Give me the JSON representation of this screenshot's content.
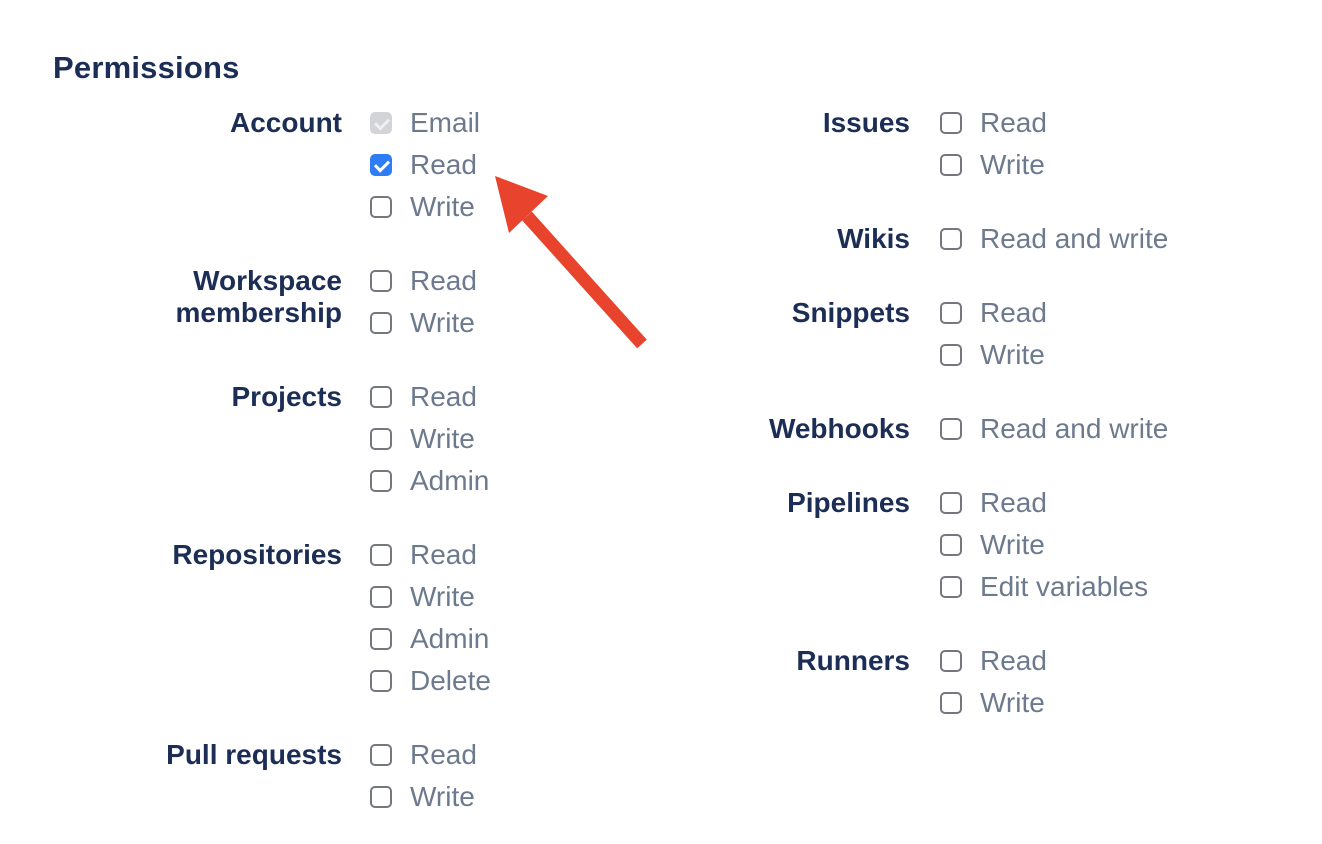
{
  "page": {
    "heading": "Permissions"
  },
  "colors": {
    "heading_navy": "#1C2E55",
    "option_label_gray": "#6D7A8D",
    "checkbox_border": "#74787E",
    "checkbox_checked_blue": "#2E7CF6",
    "checkbox_disabled_gray": "#D2D4D8",
    "arrow_red": "#E8432D"
  },
  "annotation": {
    "arrow_color": "#E8432D",
    "arrow_points_at": "account-read-checkbox"
  },
  "permissions": {
    "columns": [
      {
        "groups": [
          {
            "label": "Account",
            "options": [
              {
                "label": "Email",
                "state": "disabled-checked"
              },
              {
                "label": "Read",
                "state": "checked"
              },
              {
                "label": "Write",
                "state": "unchecked"
              }
            ]
          },
          {
            "label": "Workspace membership",
            "options": [
              {
                "label": "Read",
                "state": "unchecked"
              },
              {
                "label": "Write",
                "state": "unchecked"
              }
            ]
          },
          {
            "label": "Projects",
            "options": [
              {
                "label": "Read",
                "state": "unchecked"
              },
              {
                "label": "Write",
                "state": "unchecked"
              },
              {
                "label": "Admin",
                "state": "unchecked"
              }
            ]
          },
          {
            "label": "Repositories",
            "options": [
              {
                "label": "Read",
                "state": "unchecked"
              },
              {
                "label": "Write",
                "state": "unchecked"
              },
              {
                "label": "Admin",
                "state": "unchecked"
              },
              {
                "label": "Delete",
                "state": "unchecked"
              }
            ]
          },
          {
            "label": "Pull requests",
            "options": [
              {
                "label": "Read",
                "state": "unchecked"
              },
              {
                "label": "Write",
                "state": "unchecked"
              }
            ]
          }
        ]
      },
      {
        "groups": [
          {
            "label": "Issues",
            "options": [
              {
                "label": "Read",
                "state": "unchecked"
              },
              {
                "label": "Write",
                "state": "unchecked"
              }
            ]
          },
          {
            "label": "Wikis",
            "options": [
              {
                "label": "Read and write",
                "state": "unchecked"
              }
            ]
          },
          {
            "label": "Snippets",
            "options": [
              {
                "label": "Read",
                "state": "unchecked"
              },
              {
                "label": "Write",
                "state": "unchecked"
              }
            ]
          },
          {
            "label": "Webhooks",
            "options": [
              {
                "label": "Read and write",
                "state": "unchecked"
              }
            ]
          },
          {
            "label": "Pipelines",
            "options": [
              {
                "label": "Read",
                "state": "unchecked"
              },
              {
                "label": "Write",
                "state": "unchecked"
              },
              {
                "label": "Edit variables",
                "state": "unchecked"
              }
            ]
          },
          {
            "label": "Runners",
            "options": [
              {
                "label": "Read",
                "state": "unchecked"
              },
              {
                "label": "Write",
                "state": "unchecked"
              }
            ]
          }
        ]
      }
    ]
  }
}
